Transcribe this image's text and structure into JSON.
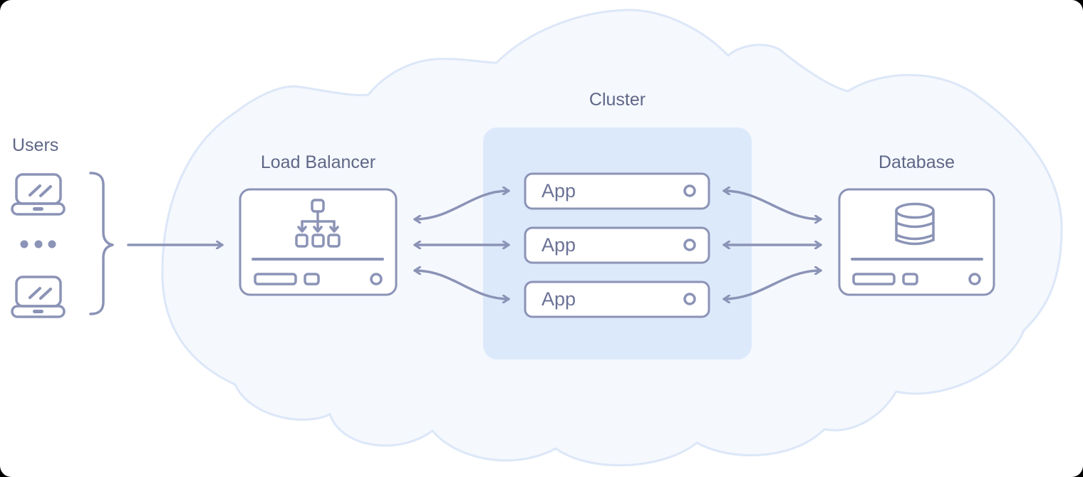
{
  "colors": {
    "stroke": "#8B93B6",
    "label_text": "#5F6787",
    "canvas_bg": "#FFFFFF",
    "cloud_fill": "#F5F8FD",
    "cloud_stroke": "#DCE7F8",
    "cluster_fill": "#DCE9FB",
    "node_fill": "#FFFFFF"
  },
  "nodes": {
    "users": {
      "label": "Users"
    },
    "load_balancer": {
      "label": "Load Balancer"
    },
    "cluster": {
      "label": "Cluster",
      "apps": [
        {
          "label": "App"
        },
        {
          "label": "App"
        },
        {
          "label": "App"
        }
      ]
    },
    "database": {
      "label": "Database"
    }
  },
  "connections": [
    {
      "from": "users",
      "to": "load_balancer",
      "arrows": "single",
      "shape": "straight"
    },
    {
      "from": "load_balancer",
      "to": "app-1",
      "arrows": "double",
      "shape": "s-curve-up"
    },
    {
      "from": "load_balancer",
      "to": "app-2",
      "arrows": "double",
      "shape": "straight"
    },
    {
      "from": "load_balancer",
      "to": "app-3",
      "arrows": "double",
      "shape": "s-curve-down"
    },
    {
      "from": "app-1",
      "to": "database",
      "arrows": "double",
      "shape": "s-curve-down"
    },
    {
      "from": "app-2",
      "to": "database",
      "arrows": "double",
      "shape": "straight"
    },
    {
      "from": "app-3",
      "to": "database",
      "arrows": "double",
      "shape": "s-curve-up"
    }
  ],
  "icons": {
    "laptop-icon": "outline laptop with screen slashes",
    "ellipsis-icon": "three dots",
    "brace-icon": "curly brace }",
    "load-balancer-tree-icon": "one-to-three fan-out tree",
    "database-cylinder-icon": "stacked database cylinder",
    "status-dot-icon": "small outlined circle",
    "server-slot-icon": "wide rounded slot",
    "server-button-icon": "small rounded square",
    "server-led-icon": "outlined circle"
  }
}
